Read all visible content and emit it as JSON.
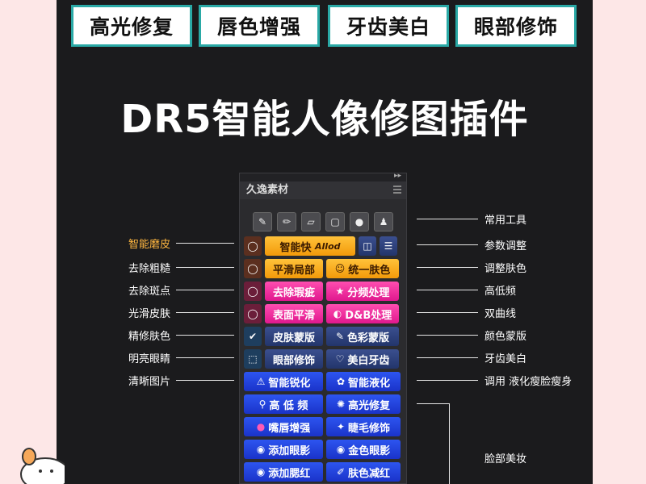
{
  "tags": [
    "高光修复",
    "唇色增强",
    "牙齿美白",
    "眼部修饰"
  ],
  "title": "DR5智能人像修图插件",
  "panel": {
    "tab": "久逸素材",
    "tools_icons": [
      "brush-check-icon",
      "pencil-icon",
      "eraser-icon",
      "frame-icon",
      "person-icon",
      "person-dropper-icon"
    ]
  },
  "rows": [
    {
      "icon": "lasso-icon",
      "a": "智能快",
      "a_logo": "Allod",
      "b_icons": [
        "layers-icon",
        "sliders-icon"
      ]
    },
    {
      "icon": "lasso-icon",
      "a": "平滑局部",
      "b": "统一肤色"
    },
    {
      "icon": "lasso-icon",
      "a": "去除瑕疵",
      "b": "分频处理"
    },
    {
      "icon": "lasso-icon",
      "a": "表面平滑",
      "b": "D&B处理"
    },
    {
      "icon": "dropper-icon",
      "a": "皮肤蒙版",
      "b": "色彩蒙版"
    },
    {
      "icon": "dotted-square-icon",
      "a": "眼部修饰",
      "b": "美白牙齿"
    },
    {
      "a": "智能锐化",
      "b": "智能液化"
    },
    {
      "a": "高 低 频",
      "b": "高光修复"
    },
    {
      "a": "嘴唇增强",
      "b": "睫毛修饰"
    },
    {
      "a": "添加眼影",
      "b": "金色眼影"
    },
    {
      "a": "添加腮红",
      "b": "肤色减红"
    }
  ],
  "left_labels": [
    "智能磨皮",
    "去除粗糙",
    "去除斑点",
    "光滑皮肤",
    "精修肤色",
    "明亮眼睛",
    "清晰图片"
  ],
  "right_labels": [
    "常用工具",
    "参数调整",
    "调整肤色",
    "高低频",
    "双曲线",
    "颜色蒙版",
    "牙齿美白",
    "调用 液化瘦脸瘦身",
    "脸部美妆"
  ]
}
